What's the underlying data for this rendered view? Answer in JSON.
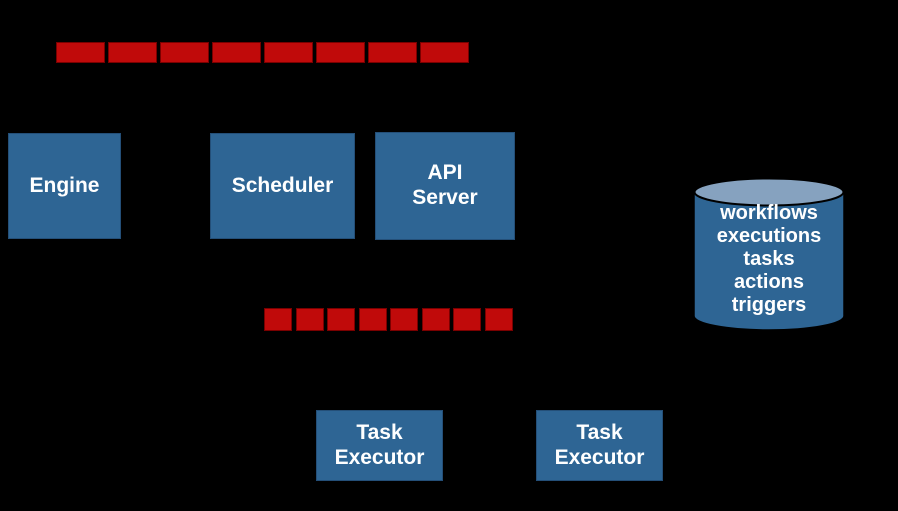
{
  "colors": {
    "background": "#000000",
    "box_fill": "#2e6594",
    "box_border": "#244f78",
    "queue_fill": "#c00a0a",
    "queue_border": "#7a0000",
    "cylinder_top": "#86a2bf",
    "cylinder_body": "#2e6594",
    "cylinder_outline": "#000000",
    "text": "#ffffff"
  },
  "components": {
    "engine": {
      "label": "Engine"
    },
    "scheduler": {
      "label": "Scheduler"
    },
    "api_server": {
      "label": "API Server"
    },
    "task_executor_1": {
      "label": "Task Executor"
    },
    "task_executor_2": {
      "label": "Task Executor"
    },
    "datastore": {
      "items": [
        "workflows",
        "executions",
        "tasks",
        "actions",
        "triggers"
      ]
    }
  },
  "queues": {
    "top": {
      "segments": 8
    },
    "middle": {
      "segments": 8
    }
  }
}
